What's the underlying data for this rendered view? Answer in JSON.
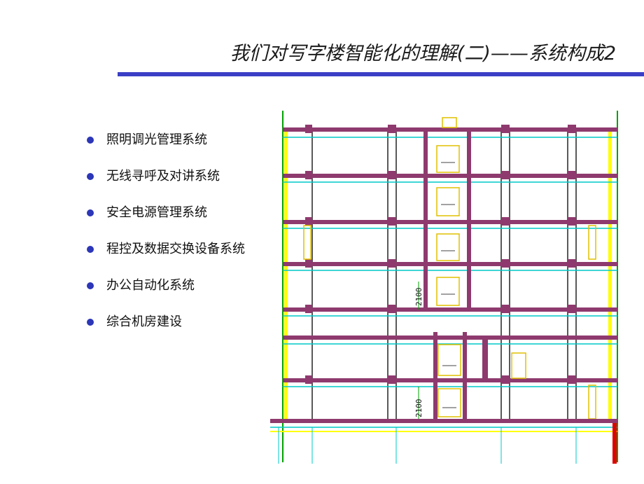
{
  "slide": {
    "title": "我们对写字楼智能化的理解(二)——系统构成2",
    "accent_color": "#3a3fc6",
    "bullet_color": "#2c36b8"
  },
  "bullets": [
    "照明调光管理系统",
    "无线寻呼及对讲系统",
    "安全电源管理系统",
    "程控及数据交换设备系统",
    "办公自动化系统",
    "综合机房建设"
  ],
  "drawing": {
    "dimension_labels": [
      "2100",
      "2100"
    ],
    "colors": {
      "beam": "#8e3a6e",
      "cyan": "#00c8c8",
      "yellow": "#ffff00",
      "green": "#00a000",
      "red": "#e00000"
    }
  }
}
